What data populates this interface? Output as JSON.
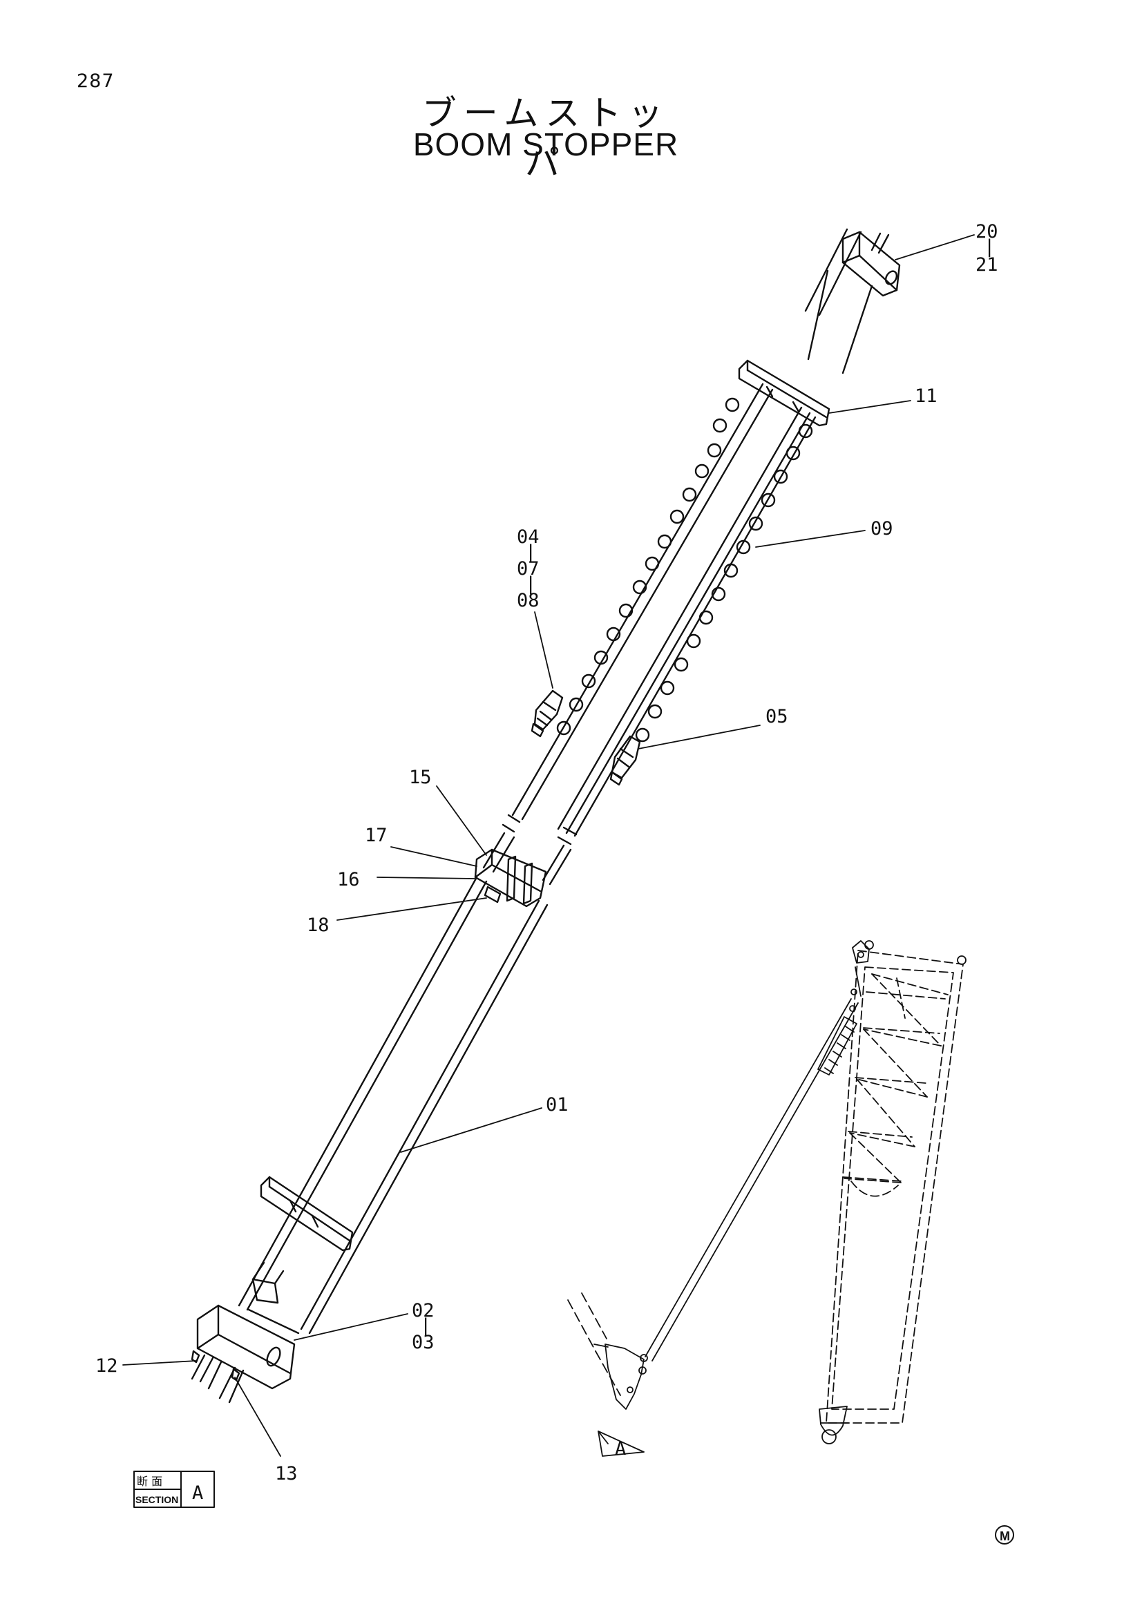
{
  "page": {
    "number": "287"
  },
  "title": {
    "japanese": "ブームストッパ",
    "english": "BOOM STOPPER"
  },
  "callouts": {
    "c01": "01",
    "c02": "02",
    "c03": "03",
    "c04": "04",
    "c07": "07",
    "c08": "08",
    "c05": "05",
    "c09": "09",
    "c11": "11",
    "c12": "12",
    "c13": "13",
    "c15": "15",
    "c16": "16",
    "c17": "17",
    "c18": "18",
    "c20": "20",
    "c21": "21",
    "range_sep": "|"
  },
  "detail": {
    "view_marker": "A"
  },
  "section_box": {
    "japanese": "断 面",
    "english": "SECTION",
    "letter": "A"
  },
  "footer": {
    "mark": "M"
  }
}
